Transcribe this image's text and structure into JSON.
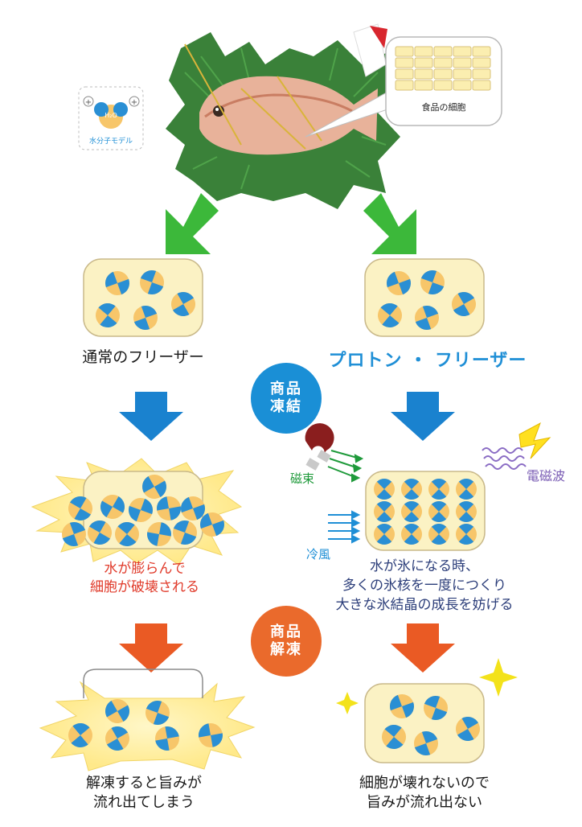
{
  "food_cell_label": "食品の細胞",
  "water_model": {
    "label": "水分子モデル",
    "formula": "H₂O"
  },
  "left_column": {
    "title": "通常のフリーザー",
    "frozen_caption_lines": [
      "水が膨らんで",
      "細胞が破壊される"
    ],
    "thawed_caption_lines": [
      "解凍すると旨みが",
      "流れ出てしまう"
    ]
  },
  "right_column": {
    "title": "プロトン ・ フリーザー",
    "frozen_caption_lines": [
      "水が氷になる時、",
      "多くの氷核を一度につくり",
      "大きな氷結晶の成長を妨げる"
    ],
    "thawed_caption_lines": [
      "細胞が壊れないので",
      "旨みが流れ出ない"
    ]
  },
  "step_freeze": {
    "line1": "商品",
    "line2": "凍結"
  },
  "step_thaw": {
    "line1": "商品",
    "line2": "解凍"
  },
  "factors": {
    "magnetic": "磁束",
    "cold_air": "冷風",
    "electromagnetic": "電磁波"
  },
  "colors": {
    "cell_fill": "#fbf2c4",
    "cell_stroke": "#c9b98a",
    "molecule_orange": "#f7c66a",
    "molecule_blue": "#2a8fd4",
    "arrow_green": "#3cb83a",
    "arrow_blue": "#1a82cf",
    "arrow_orange": "#ea5a24",
    "freeze_circle": "#1a8fd6",
    "thaw_circle": "#ea6a2c"
  }
}
